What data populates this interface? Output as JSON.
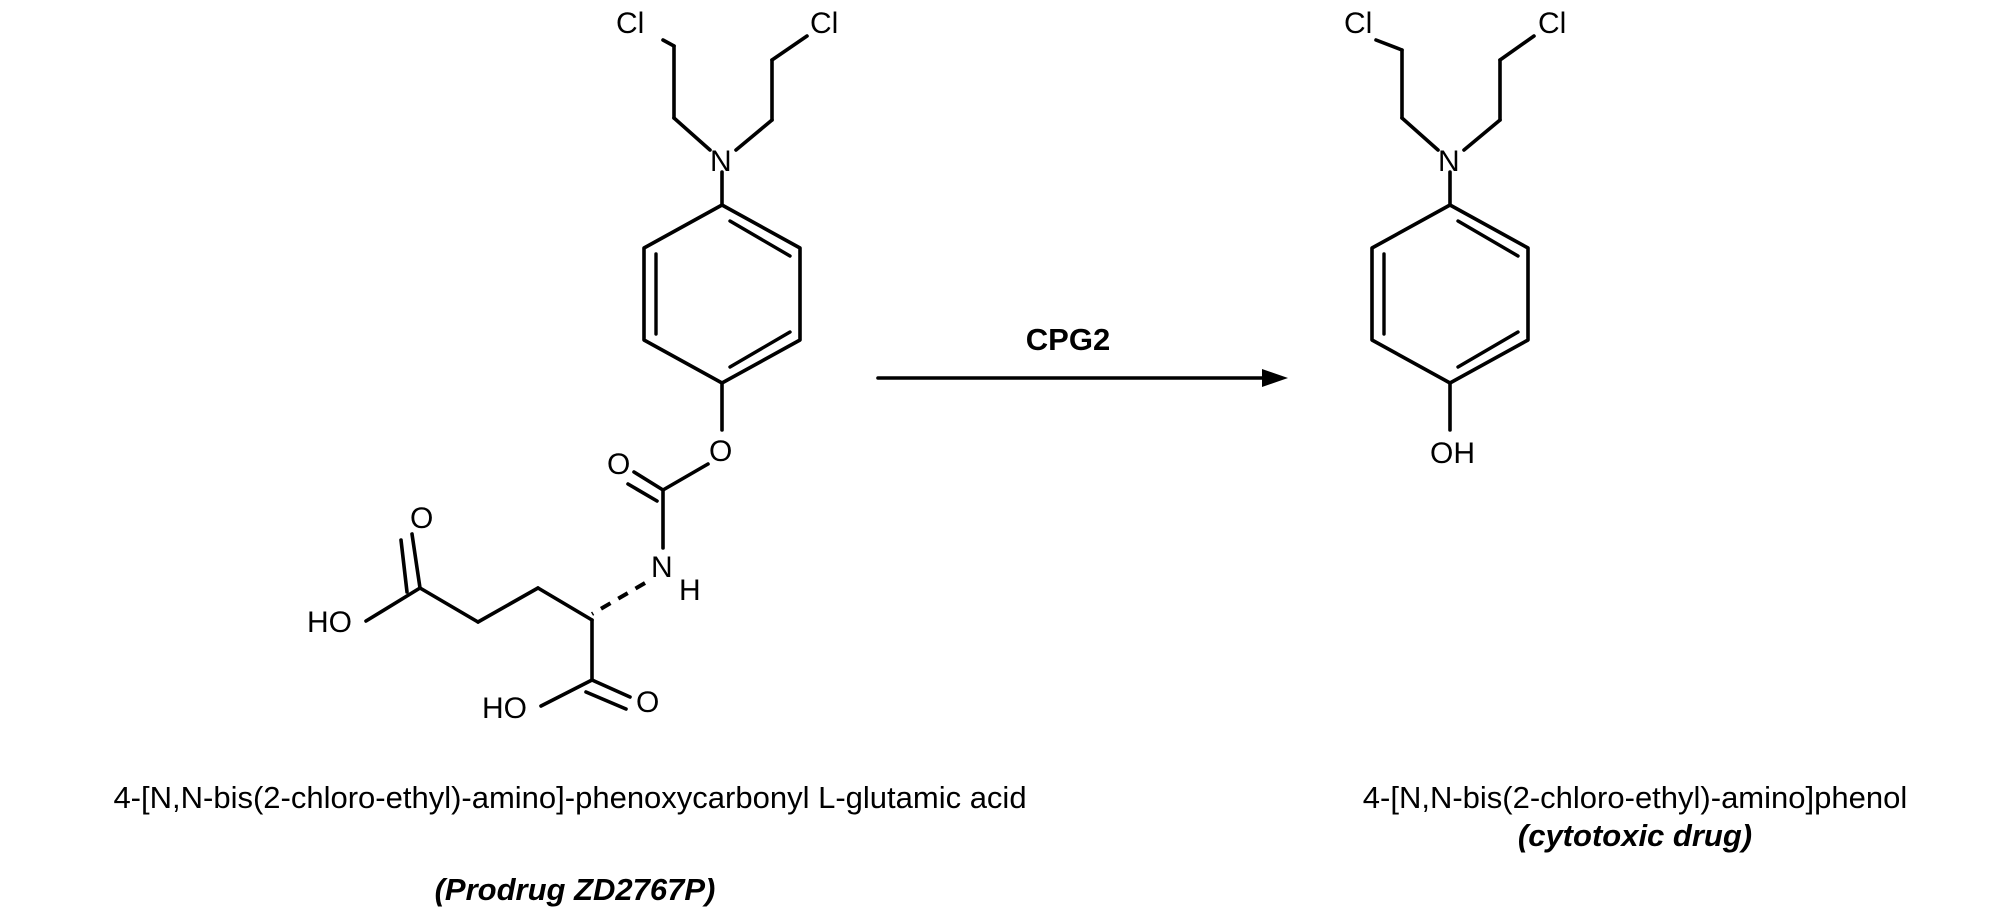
{
  "reaction": {
    "enzyme_label": "CPG2"
  },
  "prodrug": {
    "atoms": {
      "cl_left": "Cl",
      "cl_right": "Cl",
      "n_amine": "N",
      "o_ether": "O",
      "o_carbonyl": "O",
      "n_amide": "N",
      "h_amide": "H",
      "o_acid_top": "O",
      "ho_acid_left": "HO",
      "ho_acid_bottom": "HO",
      "o_acid_bottom": "O"
    },
    "name": "4-[N,N-bis(2-chloro-ethyl)-amino]-phenoxycarbonyl L-glutamic acid",
    "role": "(Prodrug ZD2767P)"
  },
  "drug": {
    "atoms": {
      "cl_left": "Cl",
      "cl_right": "Cl",
      "n_amine": "N",
      "oh": "OH"
    },
    "name": "4-[N,N-bis(2-chloro-ethyl)-amino]phenol",
    "role": "(cytotoxic drug)"
  }
}
